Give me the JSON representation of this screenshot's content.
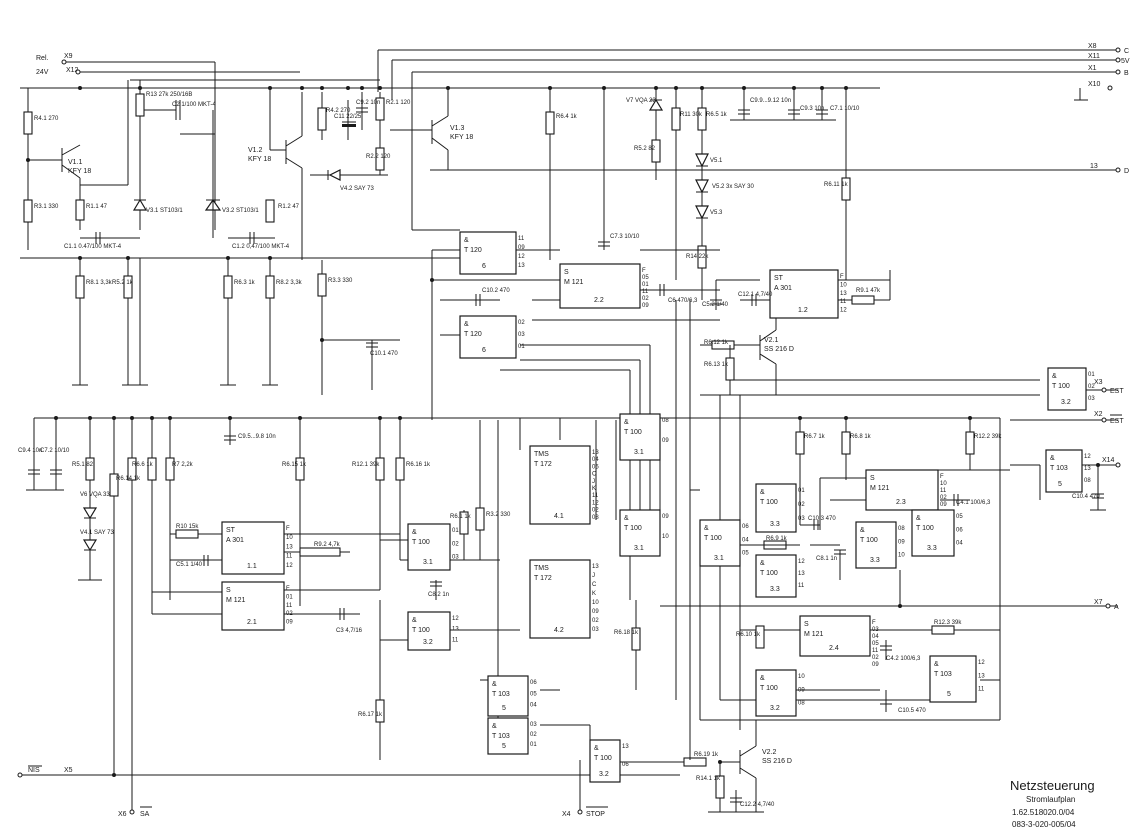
{
  "title_block": {
    "title": "Netzsteuerung",
    "subtitle": "Stromlaufplan",
    "number1": "1.62.518020.0/04",
    "number2": "083-3-020-005/04"
  },
  "terminals": [
    {
      "id": "x9",
      "name": "Rel.",
      "pin": "X9"
    },
    {
      "id": "x12",
      "name": "24V",
      "pin": "X12"
    },
    {
      "id": "x8",
      "name": "C",
      "pin": "X8"
    },
    {
      "id": "x11",
      "name": "5V",
      "pin": "X11"
    },
    {
      "id": "x1",
      "name": "B",
      "pin": "X1"
    },
    {
      "id": "x10",
      "name": "",
      "pin": "X10"
    },
    {
      "id": "x13",
      "name": "D",
      "pin": "13"
    },
    {
      "id": "x3",
      "name": "EST",
      "pin": "X3"
    },
    {
      "id": "x2",
      "name": "EST",
      "pin": "X2"
    },
    {
      "id": "x14",
      "name": "",
      "pin": "X14"
    },
    {
      "id": "x7",
      "name": "A",
      "pin": "X7"
    },
    {
      "id": "x5",
      "name": "NIS",
      "pin": "X5"
    },
    {
      "id": "x6",
      "name": "SA",
      "pin": "X6"
    },
    {
      "id": "x4",
      "name": "STOP",
      "pin": "X4"
    }
  ],
  "blocks": [
    {
      "id": "b-st301-11",
      "type": "ST",
      "part": "A 301",
      "ref": "1.1",
      "pins": [
        "F",
        "10",
        "13",
        "11",
        "12"
      ]
    },
    {
      "id": "b-m121-21",
      "type": "S",
      "part": "M 121",
      "ref": "2.1",
      "pins": [
        "F",
        "01",
        "11",
        "02",
        "09"
      ]
    },
    {
      "id": "b-t120-6a",
      "type": "&",
      "part": "T 120",
      "ref": "6",
      "pins": [
        "11",
        "09",
        "12",
        "13"
      ]
    },
    {
      "id": "b-t120-6b",
      "type": "&",
      "part": "T 120",
      "ref": "6",
      "pins": [
        "02",
        "03",
        "01"
      ]
    },
    {
      "id": "b-m121-22",
      "type": "S",
      "part": "M 121",
      "ref": "2.2",
      "pins": [
        "F",
        "05",
        "01",
        "11",
        "02",
        "09"
      ]
    },
    {
      "id": "b-a301-12",
      "type": "ST",
      "part": "A 301",
      "ref": "1.2",
      "pins": [
        "F",
        "10",
        "13",
        "11",
        "12"
      ]
    },
    {
      "id": "b-t100-31a",
      "type": "&",
      "part": "T 100",
      "ref": "3.1",
      "pins": [
        "01",
        "02",
        "03"
      ]
    },
    {
      "id": "b-t100-32a",
      "type": "&",
      "part": "T 100",
      "ref": "3.2",
      "pins": [
        "12",
        "13",
        "11"
      ]
    },
    {
      "id": "b-tms-41",
      "type": "TMS",
      "part": "T 172",
      "ref": "4.1",
      "pins": [
        "13",
        "04",
        "05",
        "C",
        "J",
        "K",
        "11",
        "12",
        "02",
        "08"
      ]
    },
    {
      "id": "b-tms-42",
      "type": "TMS",
      "part": "T 172",
      "ref": "4.2",
      "pins": [
        "13",
        "J",
        "C",
        "K",
        "10",
        "09",
        "02",
        "03"
      ]
    },
    {
      "id": "b-t100-31b",
      "type": "&",
      "part": "T 100",
      "ref": "3.1",
      "pins": [
        "08",
        "09"
      ]
    },
    {
      "id": "b-t100-31c",
      "type": "&",
      "part": "T 100",
      "ref": "3.1",
      "pins": [
        "09",
        "10"
      ]
    },
    {
      "id": "b-t103-5a",
      "type": "&",
      "part": "T 103",
      "ref": "5",
      "pins": [
        "06",
        "05",
        "04"
      ]
    },
    {
      "id": "b-t103-5b",
      "type": "&",
      "part": "T 103",
      "ref": "5",
      "pins": [
        "03",
        "02",
        "01"
      ]
    },
    {
      "id": "b-t100-32b",
      "type": "&",
      "part": "T 100",
      "ref": "3.2",
      "pins": [
        "13",
        "06"
      ]
    },
    {
      "id": "b-t100-33a",
      "type": "&",
      "part": "T 100",
      "ref": "3.3",
      "pins": [
        "01",
        "02",
        "03"
      ]
    },
    {
      "id": "b-t100-31d",
      "type": "&",
      "part": "T 100",
      "ref": "3.1",
      "pins": [
        "06",
        "04",
        "05"
      ]
    },
    {
      "id": "b-t100-33b",
      "type": "&",
      "part": "T 100",
      "ref": "3.3",
      "pins": [
        "12",
        "13",
        "11"
      ]
    },
    {
      "id": "b-m121-23",
      "type": "S",
      "part": "M 121",
      "ref": "2.3",
      "pins": [
        "F",
        "10",
        "11",
        "02",
        "09"
      ]
    },
    {
      "id": "b-t100-33c",
      "type": "&",
      "part": "T 100",
      "ref": "3.3",
      "pins": [
        "08",
        "09",
        "10"
      ]
    },
    {
      "id": "b-t100-33d",
      "type": "&",
      "part": "T 100",
      "ref": "3.3",
      "pins": [
        "05",
        "06",
        "04"
      ]
    },
    {
      "id": "b-t100-32c",
      "type": "&",
      "part": "T 100",
      "ref": "3.2",
      "pins": [
        "01",
        "02",
        "03"
      ]
    },
    {
      "id": "b-t103-5c",
      "type": "&",
      "part": "T 103",
      "ref": "5",
      "pins": [
        "12",
        "13",
        "11"
      ]
    },
    {
      "id": "b-m121-24",
      "type": "S",
      "part": "M 121",
      "ref": "2.4",
      "pins": [
        "F",
        "03",
        "04",
        "05",
        "11",
        "02",
        "09"
      ]
    },
    {
      "id": "b-t100-32d",
      "type": "&",
      "part": "T 100",
      "ref": "3.2",
      "pins": [
        "10",
        "09",
        "08"
      ]
    },
    {
      "id": "b-t103-5d",
      "type": "&",
      "part": "T 103",
      "ref": "5",
      "pins": [
        "12",
        "13",
        "08"
      ]
    }
  ],
  "transistors": [
    {
      "id": "v1-1",
      "ref": "V1.1",
      "part": "KFY 18"
    },
    {
      "id": "v1-2",
      "ref": "V1.2",
      "part": "KFY 18"
    },
    {
      "id": "v1-3",
      "ref": "V1.3",
      "part": "KFY 18"
    },
    {
      "id": "v2-1",
      "ref": "V2.1",
      "part": "SS 216 D"
    },
    {
      "id": "v2-2",
      "ref": "V2.2",
      "part": "SS 216 D"
    }
  ],
  "component_labels": [
    "R4.1 270",
    "R3.1 330",
    "R1.1 47",
    "C1.1 0.47/100 MKT-4",
    "R8.1 3,3k",
    "R5.2 1k",
    "R13 27k 250/16B",
    "C2 1/100 MKT-4",
    "V3.1 ST103/1",
    "V3.2 ST103/1",
    "R6.3 1k",
    "R8.2 3,3k",
    "R1.2 47",
    "C1.2 0,47/100 MKT-4",
    "R4.2 270",
    "C11 22/25",
    "C9.2 10n",
    "R2.1 120",
    "R2.2 120",
    "V4.2 SAY 73",
    "R3.3 330",
    "C10.1 470",
    "R6.4 1k",
    "C7.3 10/10",
    "C10.2 470",
    "C6 470/6,3",
    "V7 VQA 23",
    "R11 30k",
    "R5.2 82",
    "R6.5 1k",
    "V5.1",
    "V5.2 3x SAY 30",
    "V5.3",
    "R14 22k",
    "C5.2 1/40",
    "C12.1 4,7/40",
    "R9.1 47k",
    "C9.9...9.12 10n",
    "C9.3 10n",
    "C7.1 10/10",
    "R6.11 1k",
    "R6.12 1k",
    "R6.13 1k",
    "C9.4 10n",
    "C7.2 10/10",
    "V6 VQA 33",
    "R5.1 82",
    "V4.1 SAY 73",
    "R6.14 1k",
    "R6.6 1k",
    "R7 2,2k",
    "R6.15 1k",
    "R12.1 39k",
    "R6.16 1k",
    "C9.5...9.8 10n",
    "R10 15k",
    "C5.1 1/40",
    "R9.2 4,7k",
    "C3 4,7/16",
    "R6.1 1k",
    "R3.2 330",
    "C8.2 1n",
    "R6.17 1k",
    "R6.18 1k",
    "R6.7 1k",
    "R6.8 1k",
    "R12.2 39k",
    "C10.4 470",
    "C10.3 470",
    "R6.9 1k",
    "C8.1 1n",
    "C4.1 100/6,3",
    "R6.10 1k",
    "C4.2 100/6,3",
    "R12.3 39k",
    "C10.5 470",
    "R6.19 1k",
    "R14.1 1k",
    "C12.2 4,7/40"
  ]
}
